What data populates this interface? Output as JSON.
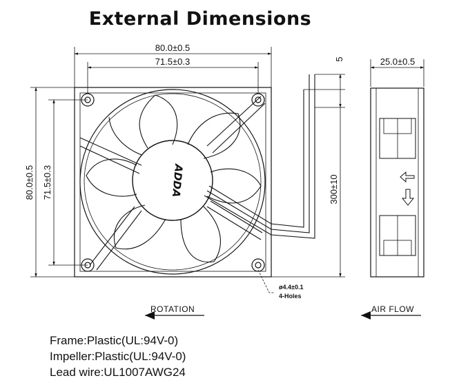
{
  "title": "External Dimensions",
  "dimensions": {
    "outer_width": "80.0±0.5",
    "hole_width": "71.5±0.3",
    "outer_height": "80.0±0.5",
    "hole_height": "71.5±0.3",
    "wire_offset": "5",
    "wire_length": "300±10",
    "depth": "25.0±0.5",
    "hole_diameter": "ø4.4±0.1",
    "hole_count": "4-Holes"
  },
  "brand_logo_text": "ADDA",
  "arrows": {
    "rotation": "ROTATION",
    "airflow": "AIR FLOW"
  },
  "specs": [
    "Frame:Plastic(UL:94V-0)",
    "Impeller:Plastic(UL:94V-0)",
    "Lead wire:UL1007AWG24"
  ],
  "colors": {
    "line": "#111111",
    "background": "#ffffff"
  }
}
